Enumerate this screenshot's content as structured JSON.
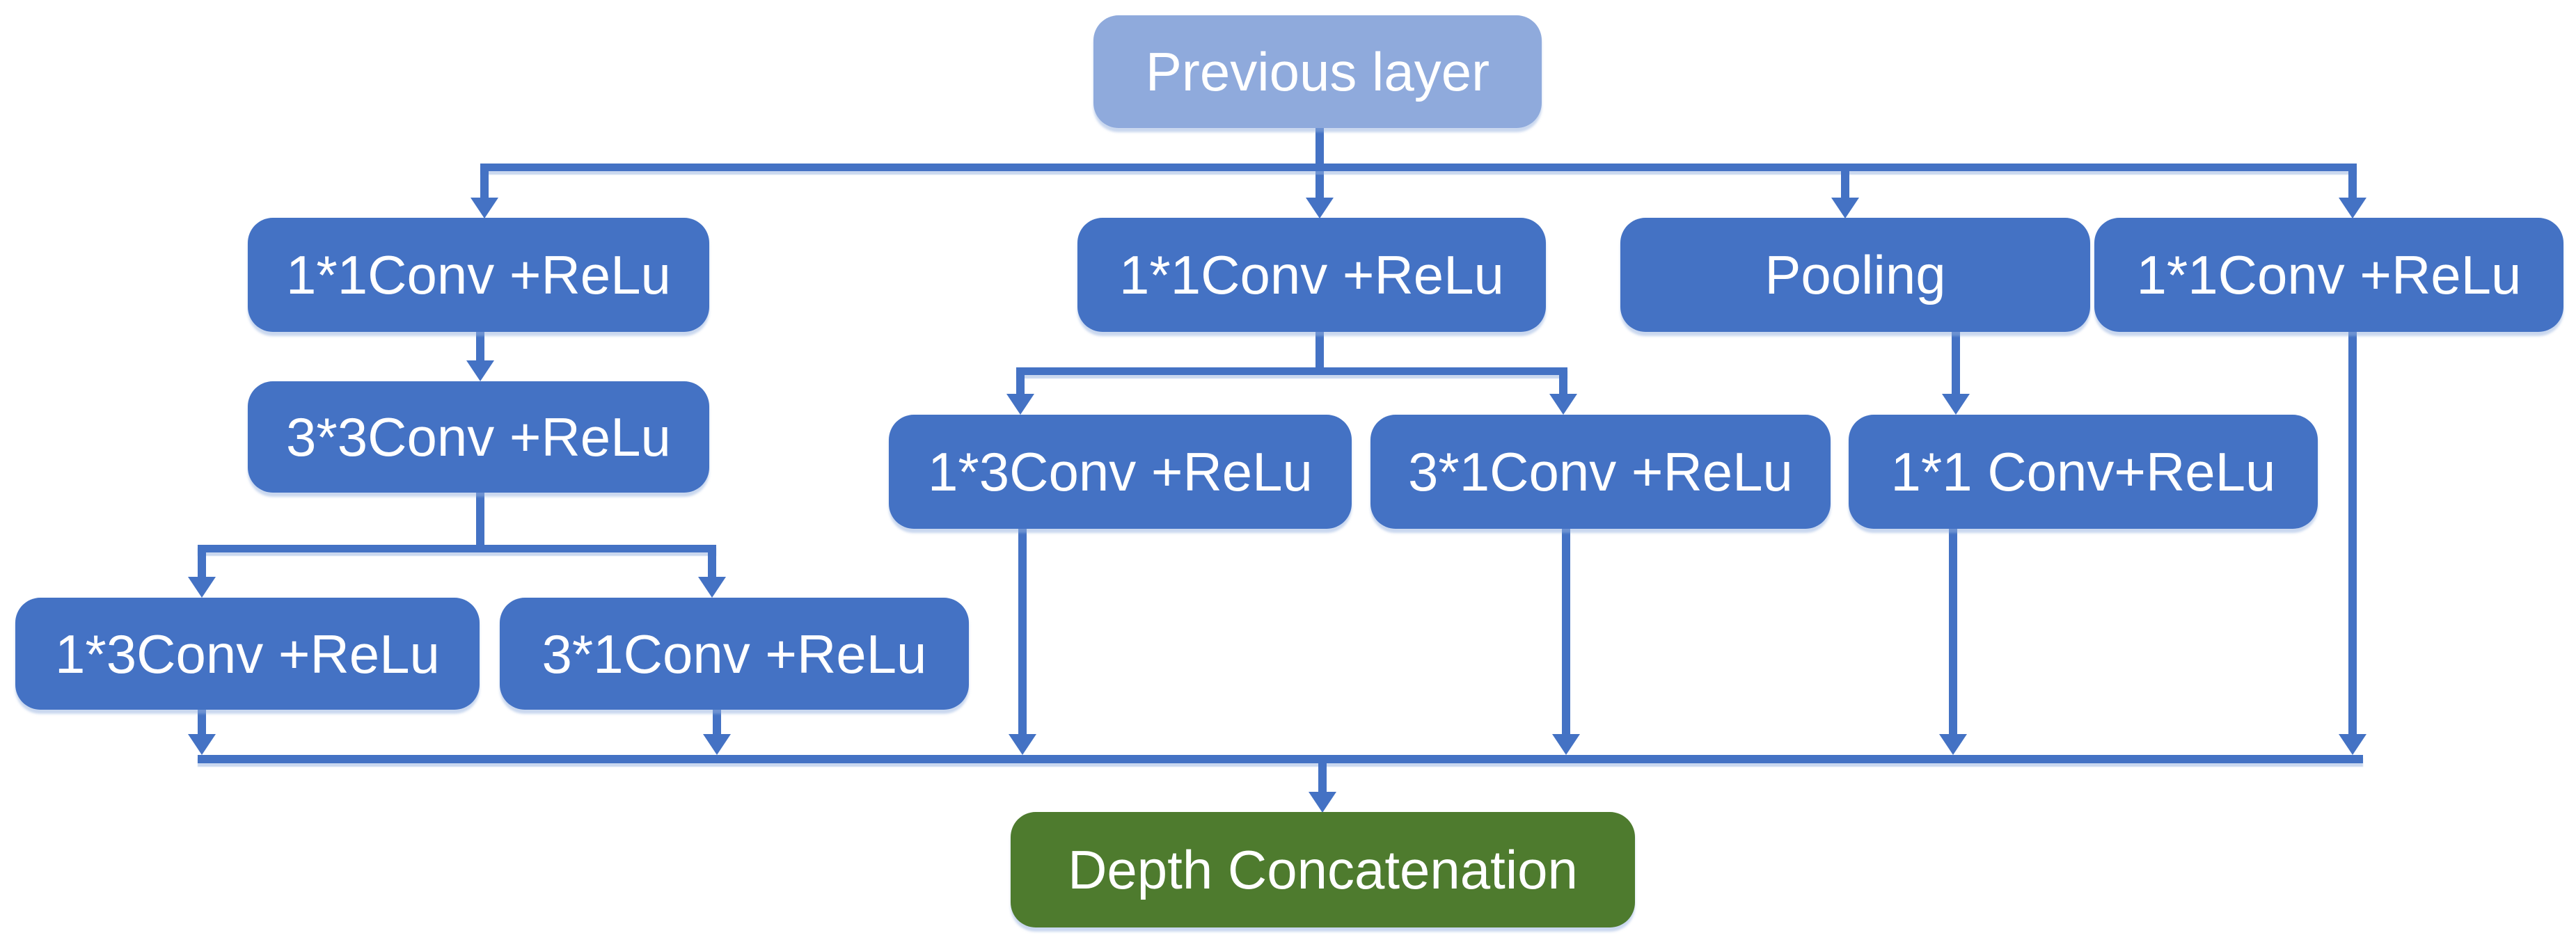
{
  "diagram_type": "neural-network-inception-module",
  "colors": {
    "node_fill": "#4472C4",
    "input_fill": "#8FAADC",
    "output_fill": "#4E7B2E",
    "connector": "#4472C4",
    "text_color": "#FFFFFF",
    "background": "#FFFFFF"
  },
  "nodes": {
    "previous_layer": {
      "label": "Previous layer"
    },
    "branch1_conv11": {
      "label": "1*1Conv +ReLu"
    },
    "branch2_conv11": {
      "label": "1*1Conv +ReLu"
    },
    "branch3_pooling": {
      "label": "Pooling"
    },
    "branch4_conv11": {
      "label": "1*1Conv +ReLu"
    },
    "branch1_conv33": {
      "label": "3*3Conv +ReLu"
    },
    "branch2_conv13": {
      "label": "1*3Conv +ReLu"
    },
    "branch2_conv31": {
      "label": "3*1Conv +ReLu"
    },
    "branch3_conv11": {
      "label": "1*1 Conv+ReLu"
    },
    "branch1_conv13": {
      "label": "1*3Conv +ReLu"
    },
    "branch1_conv31": {
      "label": "3*1Conv +ReLu"
    },
    "depth_concat": {
      "label": "Depth Concatenation"
    }
  },
  "edges": [
    {
      "from": "previous_layer",
      "to": "branch1_conv11"
    },
    {
      "from": "previous_layer",
      "to": "branch2_conv11"
    },
    {
      "from": "previous_layer",
      "to": "branch3_pooling"
    },
    {
      "from": "previous_layer",
      "to": "branch4_conv11"
    },
    {
      "from": "branch1_conv11",
      "to": "branch1_conv33"
    },
    {
      "from": "branch1_conv33",
      "to": "branch1_conv13"
    },
    {
      "from": "branch1_conv33",
      "to": "branch1_conv31"
    },
    {
      "from": "branch2_conv11",
      "to": "branch2_conv13"
    },
    {
      "from": "branch2_conv11",
      "to": "branch2_conv31"
    },
    {
      "from": "branch3_pooling",
      "to": "branch3_conv11"
    },
    {
      "from": "branch1_conv13",
      "to": "depth_concat"
    },
    {
      "from": "branch1_conv31",
      "to": "depth_concat"
    },
    {
      "from": "branch2_conv13",
      "to": "depth_concat"
    },
    {
      "from": "branch2_conv31",
      "to": "depth_concat"
    },
    {
      "from": "branch3_conv11",
      "to": "depth_concat"
    },
    {
      "from": "branch4_conv11",
      "to": "depth_concat"
    }
  ]
}
